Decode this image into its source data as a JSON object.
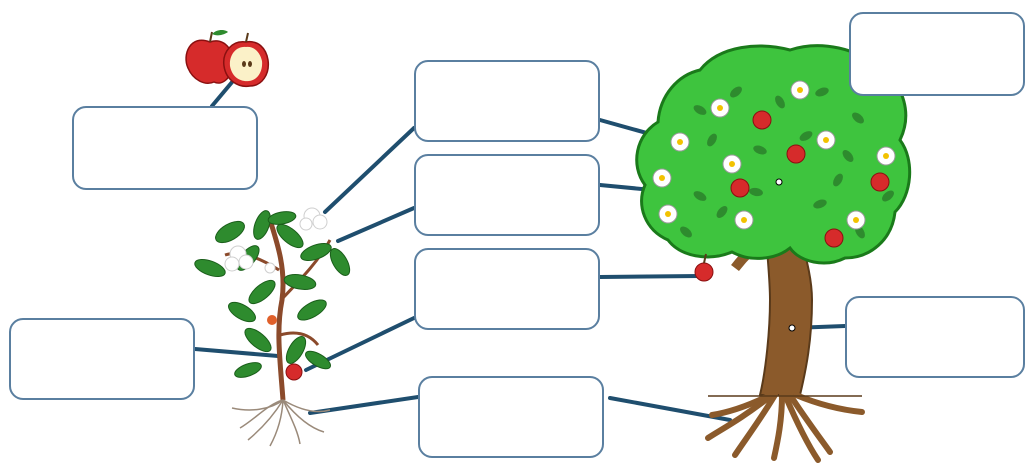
{
  "colors": {
    "box_border": "#5a7fa0",
    "connector": "#1f4e6e",
    "crown_green": "#3ec43e",
    "crown_outline": "#1a7a1a",
    "trunk_brown": "#8b5a2b",
    "leaf_green": "#2e8b2e",
    "apple_red": "#d62b2b",
    "flower_white": "#ffffff",
    "flower_center": "#f2c200"
  },
  "diagram": {
    "subjects": [
      "apple-tree",
      "apple-seedling-plant",
      "apple-fruit"
    ],
    "label_boxes": [
      {
        "id": "fruit-cut",
        "text": ""
      },
      {
        "id": "plant-flower",
        "text": ""
      },
      {
        "id": "plant-leaf",
        "text": ""
      },
      {
        "id": "plant-fruit",
        "text": ""
      },
      {
        "id": "plant-stem",
        "text": ""
      },
      {
        "id": "plant-root",
        "text": ""
      },
      {
        "id": "tree-crown",
        "text": ""
      },
      {
        "id": "tree-trunk",
        "text": ""
      }
    ]
  }
}
